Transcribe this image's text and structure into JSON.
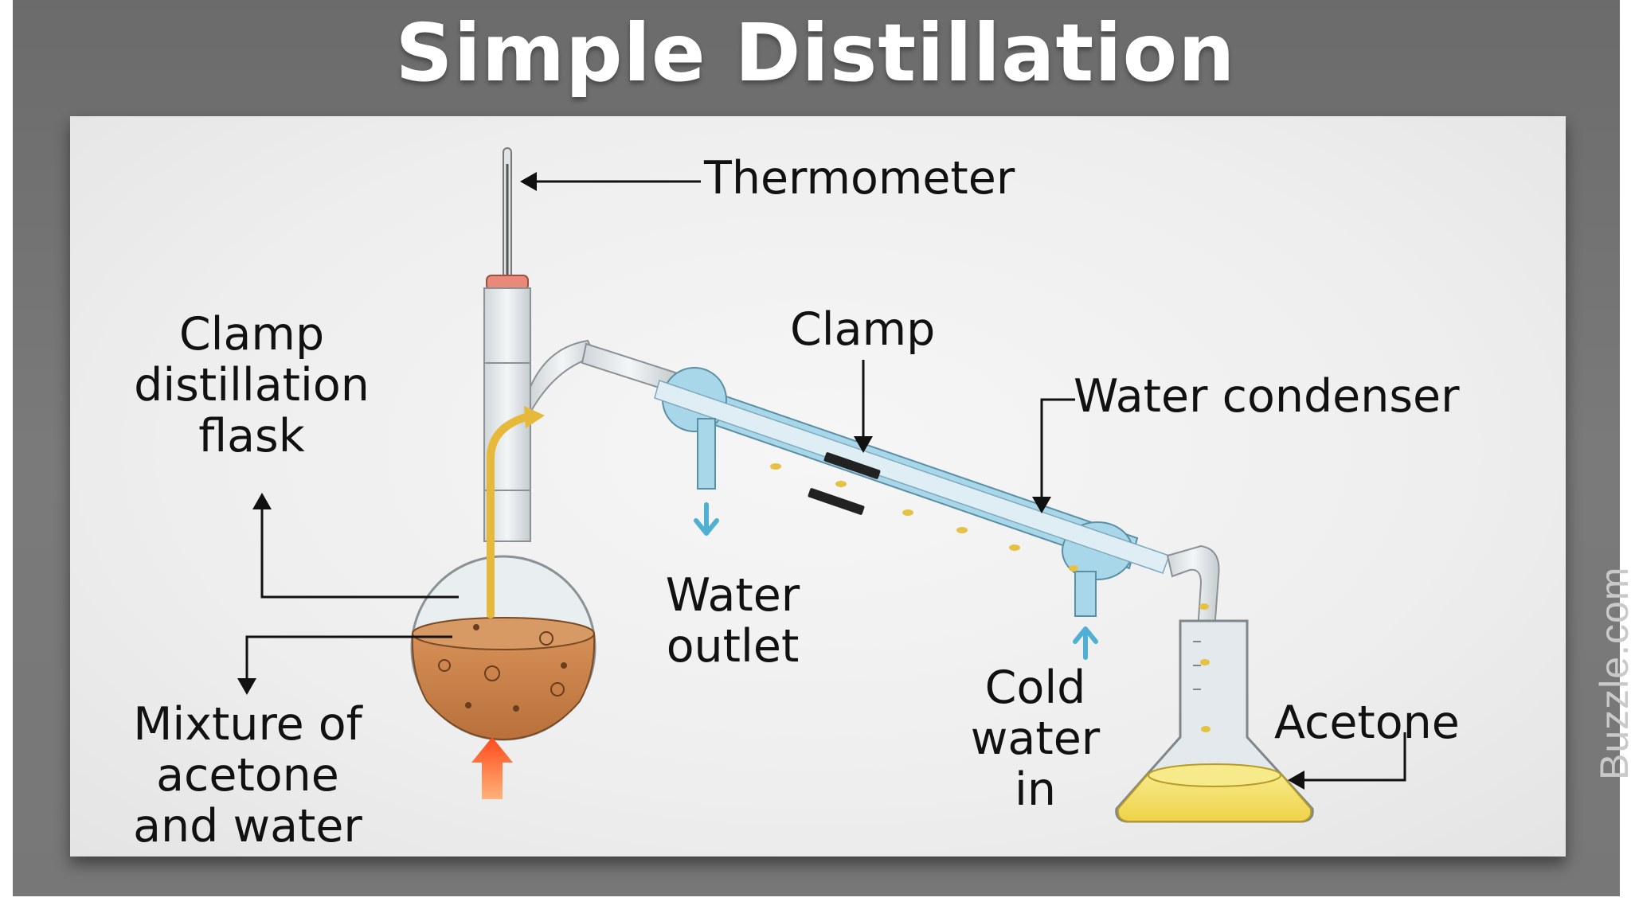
{
  "title": "Simple Distillation",
  "labels": {
    "thermometer": "Thermometer",
    "clamp_flask": "Clamp\ndistillation\nflask",
    "clamp": "Clamp",
    "water_condenser": "Water condenser",
    "water_outlet": "Water\noutlet",
    "cold_water_in": "Cold\nwater\nin",
    "acetone": "Acetone",
    "mixture": "Mixture of\nacetone\nand water"
  },
  "watermark": "Buzzle.com",
  "colors": {
    "frame": "#737373",
    "panel": "#efefef",
    "liquid_mixture": "#c9834a",
    "acetone": "#f3df6a",
    "condenser_water": "#a8d7ea",
    "heat_arrow": "#ff6a2a",
    "vapor_path": "#e6b93a"
  }
}
